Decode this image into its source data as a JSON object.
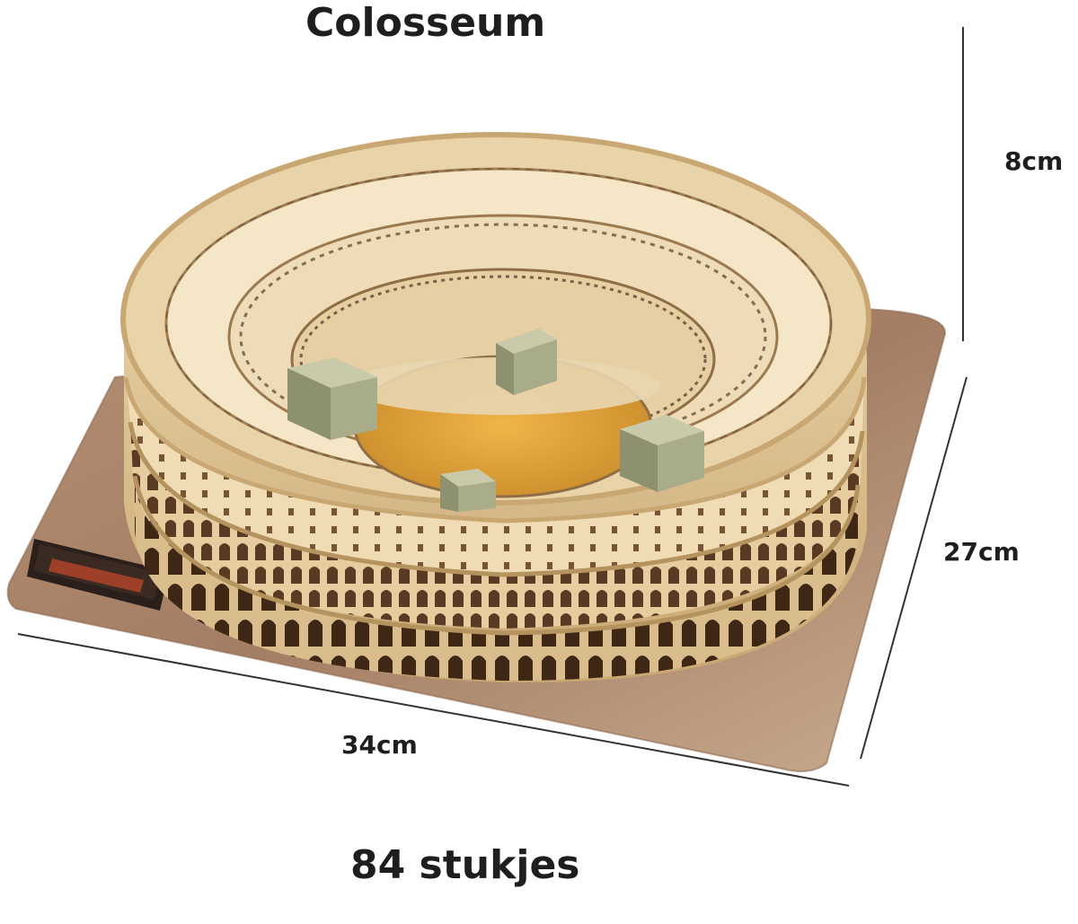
{
  "title": "Colosseum",
  "dimensions": {
    "height": "8cm",
    "depth": "27cm",
    "width": "34cm"
  },
  "pieces": "84 stukjes",
  "colors": {
    "base": "#a47e64",
    "stone_light": "#f1dfb7",
    "stone_mid": "#e2c79a",
    "stone_dark": "#b4935e",
    "arch_dark": "#4a2f1c",
    "arena": "#e3a53c",
    "gate_block": "#9fa27c",
    "text": "#1e1e1e"
  },
  "icons": [
    "colosseum-model-image",
    "nameplate-plaque"
  ]
}
